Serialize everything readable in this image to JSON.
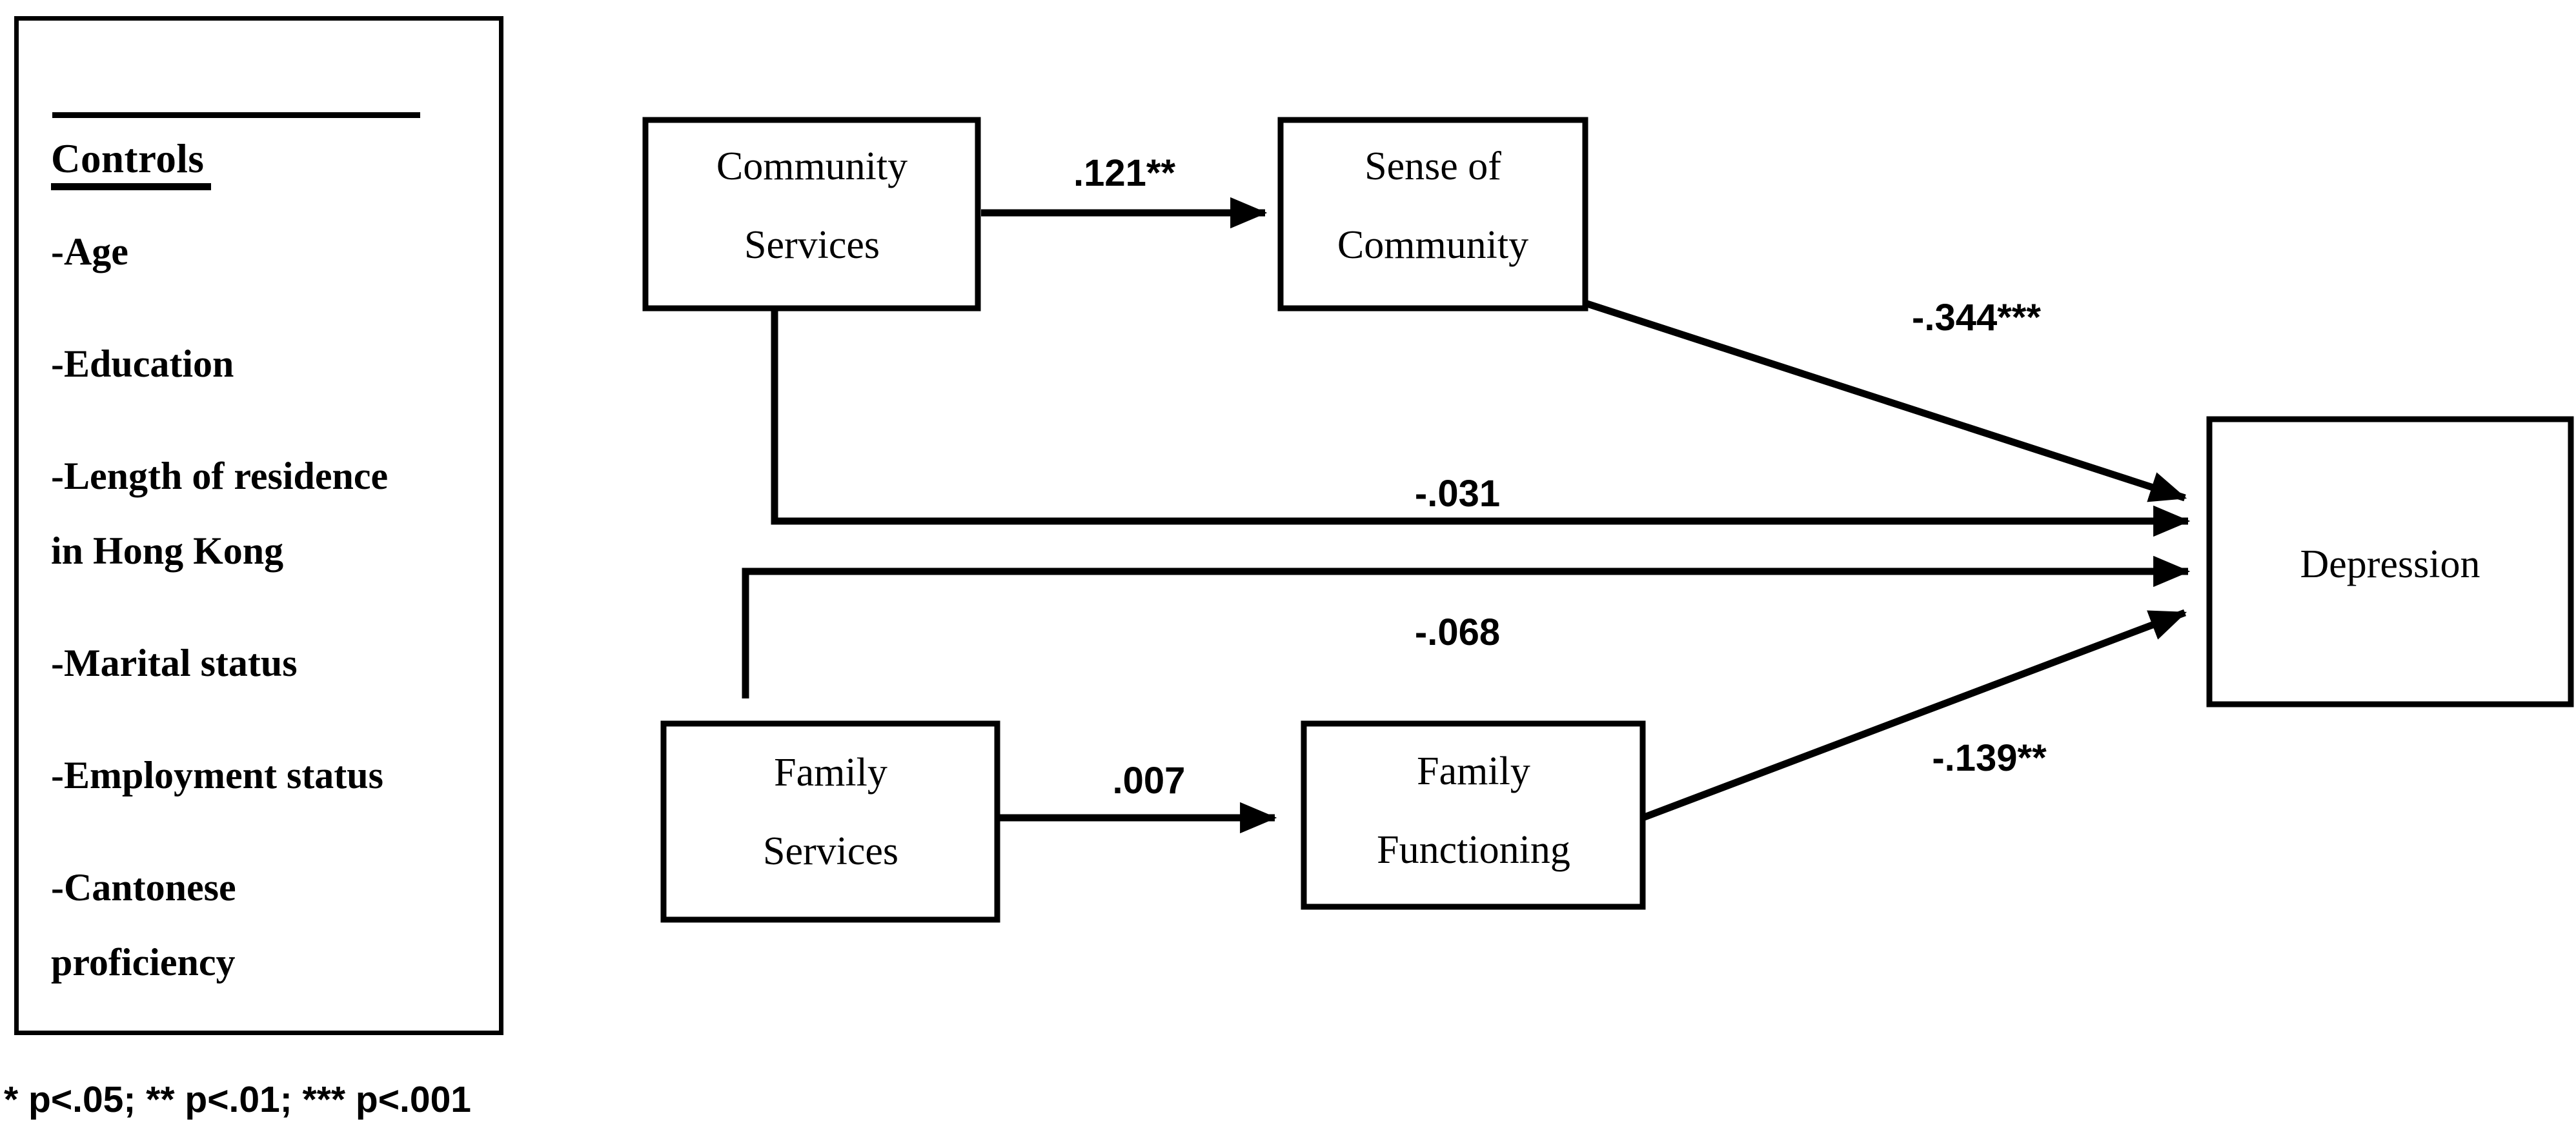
{
  "controls_panel": {
    "heading": "Controls",
    "items": [
      "-Age",
      "-Education",
      "-Length of residence\nin Hong Kong",
      "-Marital status",
      "-Employment status",
      "-Cantonese\nproficiency"
    ]
  },
  "footnote": "* p<.05; ** p<.01; *** p<.001",
  "chart_data": {
    "type": "diagram",
    "title": "",
    "nodes": [
      {
        "id": "community_services",
        "label_line1": "Community",
        "label_line2": "Services"
      },
      {
        "id": "sense_of_community",
        "label_line1": "Sense of",
        "label_line2": "Community"
      },
      {
        "id": "family_services",
        "label_line1": "Family",
        "label_line2": "Services"
      },
      {
        "id": "family_functioning",
        "label_line1": "Family",
        "label_line2": "Functioning"
      },
      {
        "id": "depression",
        "label_line1": "Depression",
        "label_line2": ""
      }
    ],
    "edges": [
      {
        "from": "community_services",
        "to": "sense_of_community",
        "coefficient": ".121**",
        "value": 0.121,
        "significance": "p<.01",
        "shape": "straight"
      },
      {
        "from": "sense_of_community",
        "to": "depression",
        "coefficient": "-.344***",
        "value": -0.344,
        "significance": "p<.001",
        "shape": "diagonal"
      },
      {
        "from": "community_services",
        "to": "depression",
        "coefficient": "-.031",
        "value": -0.031,
        "significance": "ns",
        "shape": "elbow-down"
      },
      {
        "from": "family_services",
        "to": "depression",
        "coefficient": "-.068",
        "value": -0.068,
        "significance": "ns",
        "shape": "elbow-up"
      },
      {
        "from": "family_services",
        "to": "family_functioning",
        "coefficient": ".007",
        "value": 0.007,
        "significance": "ns",
        "shape": "straight"
      },
      {
        "from": "family_functioning",
        "to": "depression",
        "coefficient": "-.139**",
        "value": -0.139,
        "significance": "p<.01",
        "shape": "diagonal"
      }
    ],
    "legend": "* p<.05; ** p<.01; *** p<.001",
    "colors": {
      "stroke": "#000000",
      "fill": "#ffffff"
    }
  }
}
